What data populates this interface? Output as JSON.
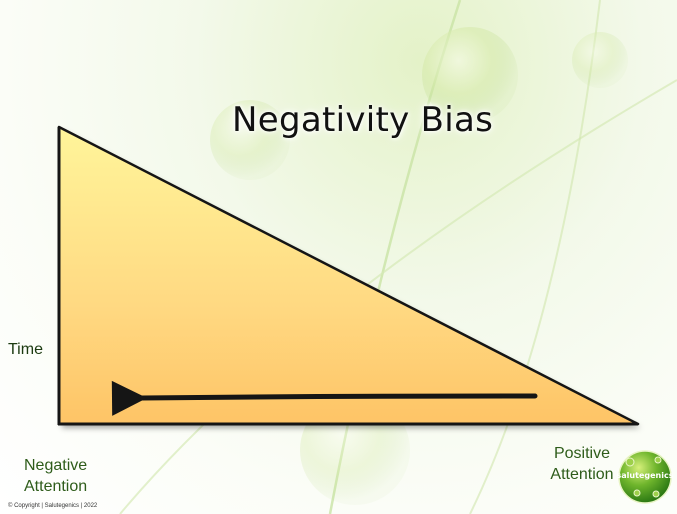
{
  "slide": {
    "title": "Negativity Bias",
    "labels": {
      "time": "Time",
      "negative_line1": "Negative",
      "negative_line2": "Attention",
      "positive_line1": "Positive",
      "positive_line2": "Attention"
    },
    "copyright": "© Copyright | Salutegenics | 2022",
    "logo_text": "salutegenics"
  },
  "colors": {
    "triangle_top": "#fff59a",
    "triangle_bottom": "#fec466",
    "outline": "#151515",
    "label_green": "#2e5c1a"
  }
}
